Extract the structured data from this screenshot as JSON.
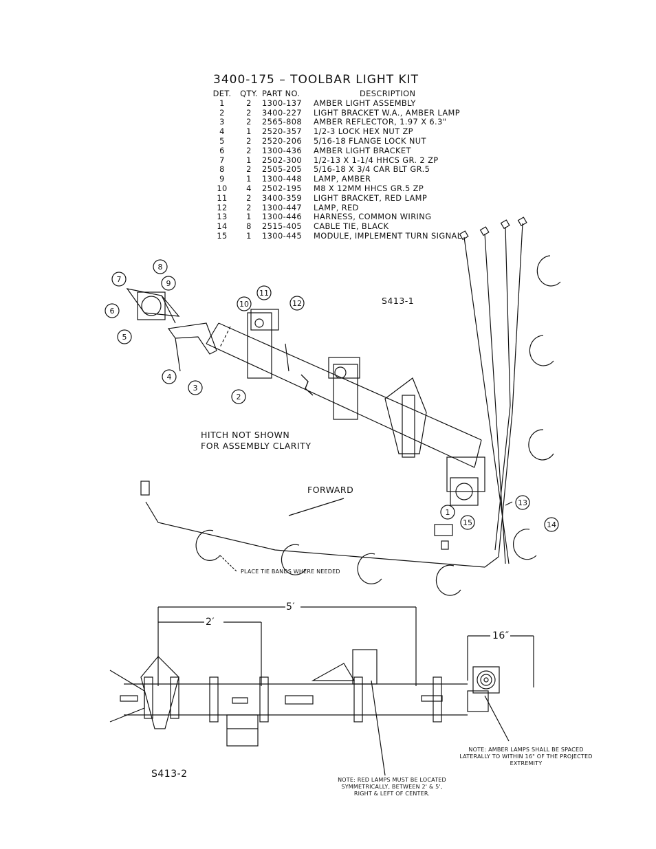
{
  "title": "3400-175 – TOOLBAR LIGHT KIT",
  "table": {
    "headers": [
      "DET.",
      "QTY.",
      "PART NO.",
      "DESCRIPTION"
    ],
    "rows": [
      [
        "1",
        "2",
        "1300-137",
        "AMBER LIGHT ASSEMBLY"
      ],
      [
        "2",
        "2",
        "3400-227",
        "LIGHT BRACKET W.A., AMBER LAMP"
      ],
      [
        "3",
        "2",
        "2565-808",
        "AMBER REFLECTOR, 1.97 X 6.3\""
      ],
      [
        "4",
        "1",
        "2520-357",
        "1/2-3 LOCK HEX NUT ZP"
      ],
      [
        "5",
        "2",
        "2520-206",
        "5/16-18 FLANGE LOCK NUT"
      ],
      [
        "6",
        "2",
        "1300-436",
        "AMBER LIGHT BRACKET"
      ],
      [
        "7",
        "1",
        "2502-300",
        "1/2-13 X 1-1/4 HHCS GR. 2 ZP"
      ],
      [
        "8",
        "2",
        "2505-205",
        "5/16-18 X 3/4 CAR BLT GR.5"
      ],
      [
        "9",
        "1",
        "1300-448",
        "LAMP, AMBER"
      ],
      [
        "10",
        "4",
        "2502-195",
        "M8 X 12MM HHCS GR.5 ZP"
      ],
      [
        "11",
        "2",
        "3400-359",
        "LIGHT BRACKET, RED LAMP"
      ],
      [
        "12",
        "2",
        "1300-447",
        "LAMP, RED"
      ],
      [
        "13",
        "1",
        "1300-446",
        "HARNESS, COMMON WIRING"
      ],
      [
        "14",
        "8",
        "2515-405",
        "CABLE TIE, BLACK"
      ],
      [
        "15",
        "1",
        "1300-445",
        "MODULE, IMPLEMENT TURN SIGNAL"
      ]
    ]
  },
  "callouts": [
    "1",
    "2",
    "3",
    "4",
    "5",
    "6",
    "7",
    "8",
    "9",
    "10",
    "11",
    "12",
    "13",
    "14",
    "15"
  ],
  "labels": {
    "view1": "S413-1",
    "view2": "S413-2",
    "hitch_line1": "HITCH NOT SHOWN",
    "hitch_line2": "FOR ASSEMBLY CLARITY",
    "forward": "FORWARD",
    "tie_bands": "PLACE TIE BANDS WHERE NEEDED",
    "dim_5ft": "5′",
    "dim_2ft": "2′",
    "dim_16in": "16″",
    "note_amber": "NOTE: AMBER LAMPS SHALL BE SPACED LATERALLY TO WITHIN 16\" OF THE PROJECTED EXTREMITY",
    "note_red": "NOTE: RED LAMPS MUST BE LOCATED SYMMETRICALLY, BETWEEN 2' & 5', RIGHT & LEFT OF CENTER."
  }
}
